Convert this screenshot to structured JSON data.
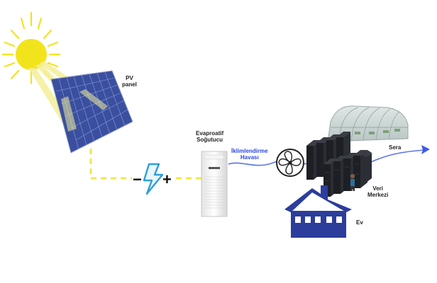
{
  "labels": {
    "pv_line1": "PV",
    "pv_line2": "panel",
    "cooler_line1": "Evaproatif",
    "cooler_line2": "Soğutucu",
    "air_line1": "İklimlendirme",
    "air_line2": "Havası",
    "greenhouse": "Sera",
    "datacenter_line1": "Veri",
    "datacenter_line2": "Merkezi",
    "house": "Ev"
  },
  "symbols": {
    "minus": "−",
    "plus": "+"
  },
  "icons": [
    "sun-icon",
    "solar-panel-icon",
    "lightning-icon",
    "evaporative-cooler-icon",
    "fan-icon",
    "greenhouse-icon",
    "server-rack-icon",
    "house-icon"
  ],
  "colors": {
    "sun": "#f2e41c",
    "wire": "#f0e84a",
    "airflow": "#3d5be8",
    "lightning": "#2f9ed8",
    "house": "#2c3d9c",
    "panel": "#3a4fa0"
  }
}
